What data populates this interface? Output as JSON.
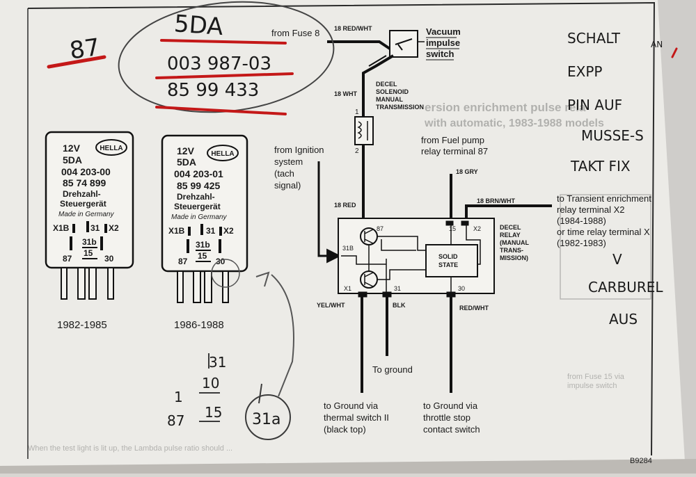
{
  "doc_id": "B9284",
  "relay_left": {
    "lines": [
      "12V",
      "5DA",
      "004 203-00",
      "85 74 899",
      "Drehzahl-",
      "Steuergerät",
      "Made in Germany"
    ],
    "brand": "HELLA",
    "pins": {
      "x1b": "X1B",
      "p31": "31",
      "x2": "X2",
      "p31b": "31b",
      "p15": "15",
      "p87": "87",
      "p30": "30"
    },
    "caption": "1982-1985"
  },
  "relay_right": {
    "lines": [
      "12V",
      "5DA",
      "004 203-01",
      "85 99 425",
      "Drehzahl-",
      "Steuergerät",
      "Made in Germany"
    ],
    "brand": "HELLA",
    "pins": {
      "x1b": "X1B",
      "p31": "31",
      "x2": "X2",
      "p31b": "31b",
      "p15": "15",
      "p87": "87",
      "p30": "30"
    },
    "caption": "1986-1988"
  },
  "wiring": {
    "from_fuse": "from Fuse 8",
    "wire_red_wht_18": "18 RED/WHT",
    "vacuum_switch": [
      "Vacuum",
      "impulse",
      "switch"
    ],
    "wire_wht_18": "18 WHT",
    "decel_solenoid": [
      "DECEL",
      "SOLENOID",
      "MANUAL",
      "TRANSMISSION"
    ],
    "sol_pin1": "1",
    "sol_pin2": "2",
    "from_ignition": [
      "from Ignition",
      "system",
      "(tach",
      "signal)"
    ],
    "wire_red_18": "18 RED",
    "from_fuel_pump": [
      "from Fuel pump",
      "relay terminal 87"
    ],
    "wire_gry_18": "18 GRY",
    "wire_brn_wht_18": "18 BRN/WHT",
    "transient": [
      "to Transient enrichment",
      "relay terminal X2",
      "(1984-1988)",
      "or time relay terminal X",
      "(1982-1983)"
    ],
    "decel_relay": [
      "DECEL",
      "RELAY",
      "(MANUAL",
      "TRANS-",
      "MISSION)"
    ],
    "solid_state": [
      "SOLID",
      "STATE"
    ],
    "t87": "87",
    "t15": "15",
    "tx2": "X2",
    "t31b": "31B",
    "tx1": "X1",
    "t31": "31",
    "t30": "30",
    "wire_yel_wht": "YEL/WHT",
    "wire_blk": "BLK",
    "wire_red_wht": "RED/WHT",
    "to_ground": "To ground",
    "ground_thermal": [
      "to Ground via",
      "thermal switch II",
      "(black top)"
    ],
    "ground_throttle": [
      "to Ground via",
      "throttle stop",
      "contact switch"
    ]
  },
  "handwriting": {
    "n87": "87",
    "sda": "5DA",
    "pn1": "003 987-03",
    "pn2": "85 99 433",
    "note1": "SCHALT",
    "note1b": "AN",
    "note2": "EXPP",
    "note3": "PIN AUF",
    "note4": "MUSSE-S",
    "note5": "TAKT FIX",
    "note6": "V",
    "note7": "CARBUREL",
    "note8": "AUS",
    "bottom_31": "31",
    "bottom_1": "1",
    "bottom_10": "10",
    "bottom_87": "87",
    "bottom_15": "15",
    "bottom_31a": "31a"
  },
  "bg_text": {
    "right_heading1": "ersion enrichment pulse rela",
    "right_heading2": "with automatic, 1983-1988 models",
    "right_fuse": "from Fuse 15 via",
    "right_fuse2": "impulse switch",
    "bottom_hint": "When the test light is lit up, the Lambda pulse ratio should ..."
  }
}
